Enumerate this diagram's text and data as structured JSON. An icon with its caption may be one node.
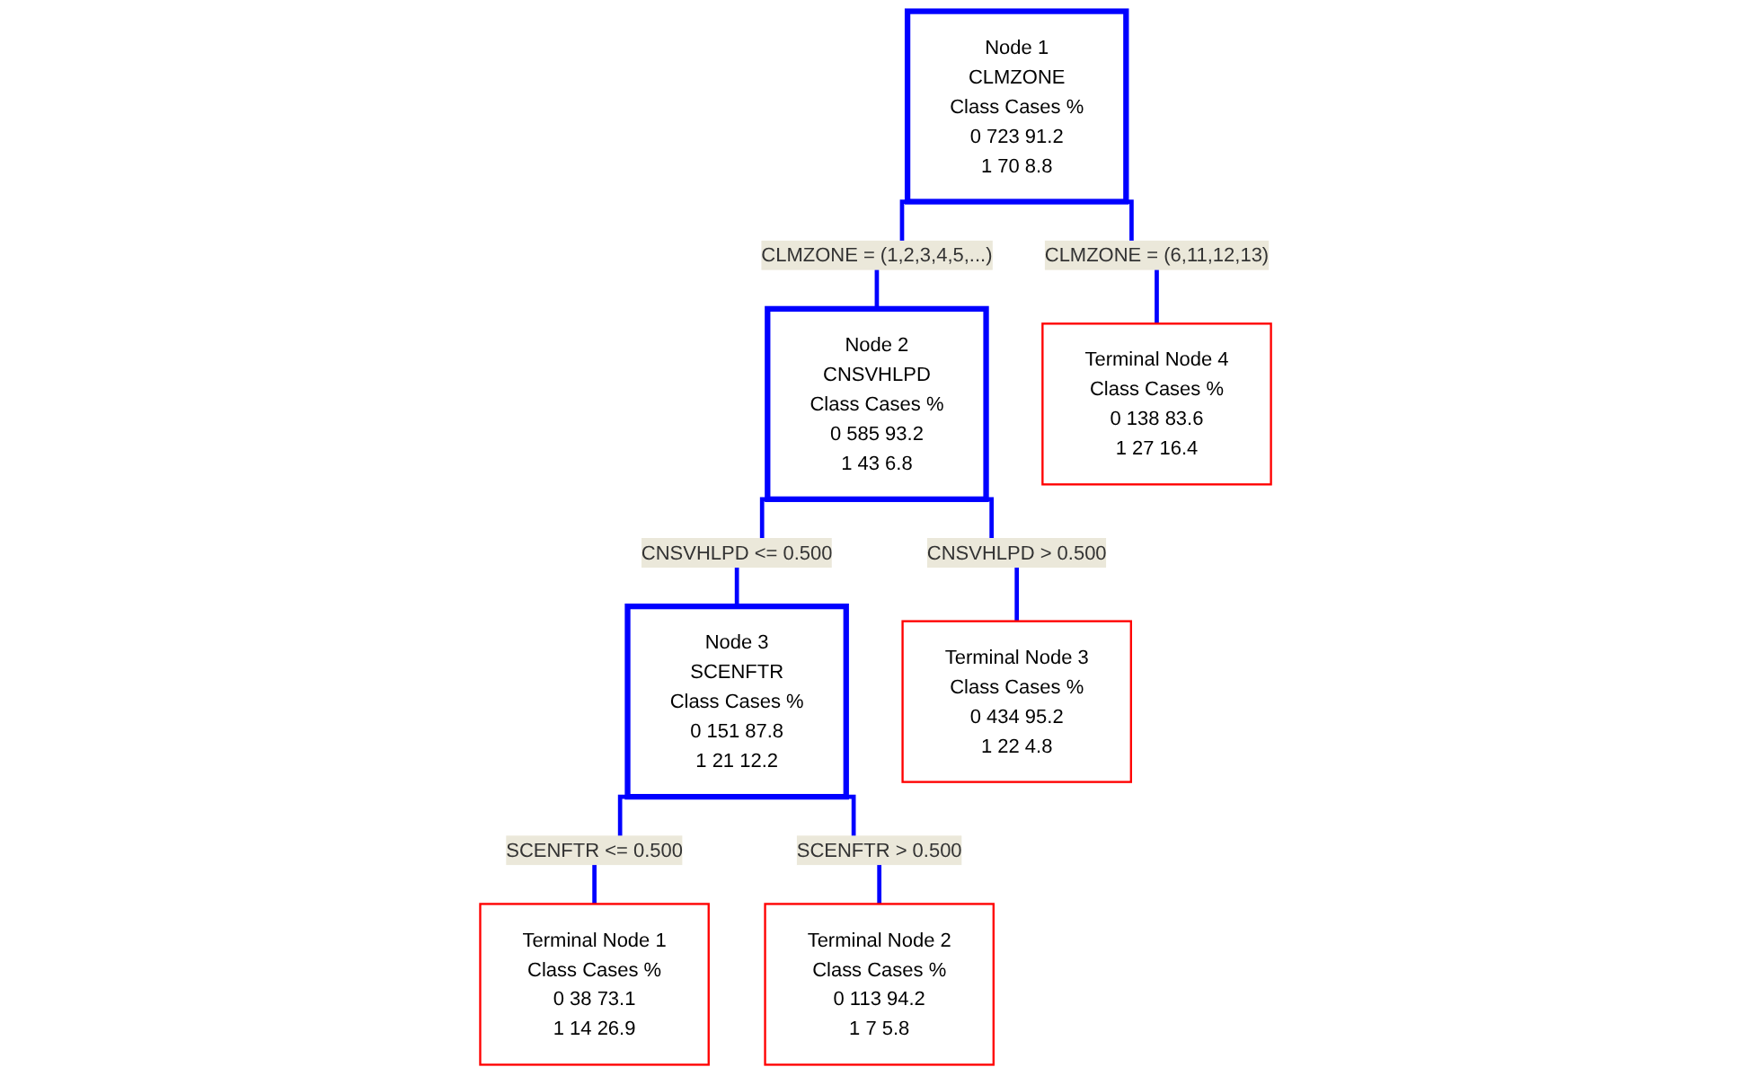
{
  "diagram": {
    "nodes": [
      {
        "text": [
          "Node 1",
          "CLMZONE",
          "Class Cases %",
          "0 723 91.2",
          "1 70 8.8"
        ]
      },
      {
        "text": [
          "Node 2",
          "CNSVHLPD",
          "Class Cases %",
          "0 585 93.2",
          "1 43 6.8"
        ]
      },
      {
        "text": [
          "Terminal Node 4",
          "Class Cases %",
          "0 138 83.6",
          "1 27 16.4"
        ]
      },
      {
        "text": [
          "Node 3",
          "SCENFTR",
          "Class Cases %",
          "0 151 87.8",
          "1 21 12.2"
        ]
      },
      {
        "text": [
          "Terminal Node 3",
          "Class Cases %",
          "0 434 95.2",
          "1 22 4.8"
        ]
      },
      {
        "text": [
          "Terminal Node 1",
          "Class Cases %",
          "0 38 73.1",
          "1 14 26.9"
        ]
      },
      {
        "text": [
          "Terminal Node 2",
          "Class Cases %",
          "0 113 94.2",
          "1 7 5.8"
        ]
      }
    ],
    "edges": [
      {
        "from": 0,
        "to": 1,
        "arrow": "none",
        "label": "CLMZONE = (1,2,3,4,5,...)"
      },
      {
        "from": 0,
        "to": 2,
        "arrow": "none",
        "label": "CLMZONE = (6,11,12,13)"
      },
      {
        "from": 1,
        "to": 3,
        "arrow": "none",
        "label": "CNSVHLPD <= 0.500"
      },
      {
        "from": 1,
        "to": 4,
        "arrow": "none",
        "label": "CNSVHLPD > 0.500"
      },
      {
        "from": 3,
        "to": 5,
        "arrow": "none",
        "label": "SCENFTR <= 0.500"
      },
      {
        "from": 3,
        "to": 6,
        "arrow": "none",
        "label": "SCENFTR > 0.500"
      }
    ]
  }
}
